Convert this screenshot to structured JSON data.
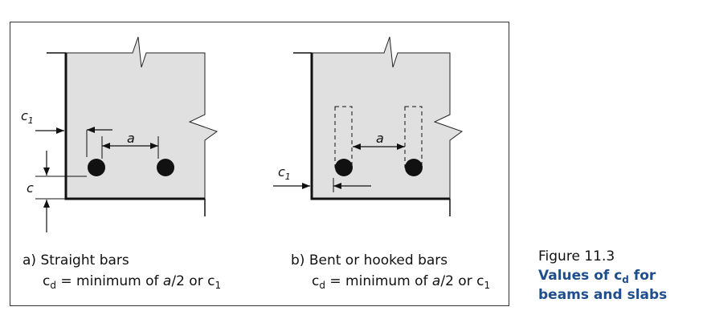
{
  "panel_a": {
    "label_letter": "a)",
    "label_text": "Straight bars",
    "formula": {
      "symbol": "c",
      "subscript": "d",
      "text": "= minimum of",
      "var_a": "a",
      "fraction": "/2 or",
      "c1_symbol": "c",
      "c1_subscript": "1"
    },
    "dims": {
      "c1": "c",
      "c1_sub": "1",
      "a": "a",
      "c": "c"
    }
  },
  "panel_b": {
    "label_letter": "b)",
    "label_text": "Bent or hooked bars",
    "formula": {
      "symbol": "c",
      "subscript": "d",
      "text": "= minimum of",
      "var_a": "a",
      "fraction": "/2 or",
      "c1_symbol": "c",
      "c1_subscript": "1"
    },
    "dims": {
      "c1": "c",
      "c1_sub": "1",
      "a": "a"
    }
  },
  "figure": {
    "number": "Figure 11.3",
    "caption_pre": "Values of c",
    "caption_sub": "d",
    "caption_post": " for beams and slabs"
  },
  "colors": {
    "concrete": "#e0e0e0",
    "caption": "#1f4e8c",
    "line": "#111111"
  }
}
